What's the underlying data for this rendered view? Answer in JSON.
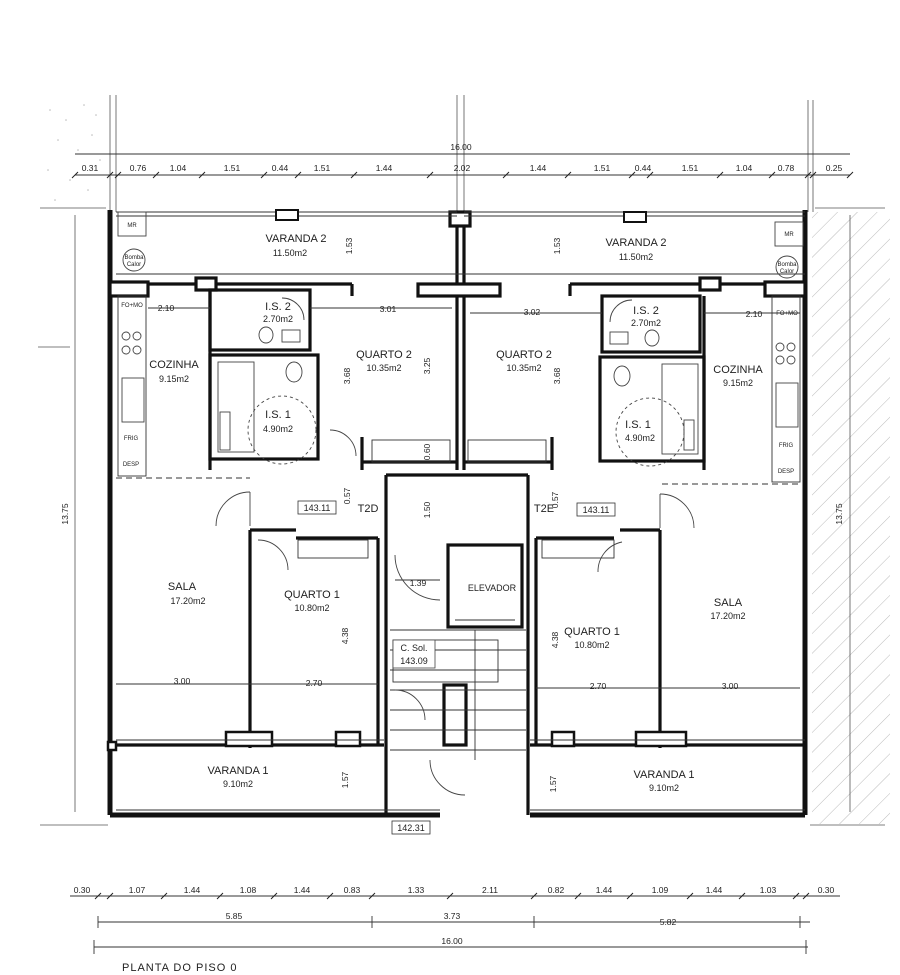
{
  "rooms": {
    "varanda2_left": {
      "label": "VARANDA 2",
      "area": "11.50m2"
    },
    "varanda2_right": {
      "label": "VARANDA 2",
      "area": "11.50m2"
    },
    "cozinha_left": {
      "label": "COZINHA",
      "area": "9.15m2"
    },
    "cozinha_right": {
      "label": "COZINHA",
      "area": "9.15m2"
    },
    "is2_left": {
      "label": "I.S. 2",
      "area": "2.70m2"
    },
    "is2_right": {
      "label": "I.S. 2",
      "area": "2.70m2"
    },
    "is1_left": {
      "label": "I.S. 1",
      "area": "4.90m2"
    },
    "is1_right": {
      "label": "I.S. 1",
      "area": "4.90m2"
    },
    "quarto2_left": {
      "label": "QUARTO 2",
      "area": "10.35m2"
    },
    "quarto2_right": {
      "label": "QUARTO 2",
      "area": "10.35m2"
    },
    "sala_left": {
      "label": "SALA",
      "area": "17.20m2"
    },
    "sala_right": {
      "label": "SALA",
      "area": "17.20m2"
    },
    "quarto1_left": {
      "label": "QUARTO 1",
      "area": "10.80m2"
    },
    "quarto1_right": {
      "label": "QUARTO 1",
      "area": "10.80m2"
    },
    "varanda1_left": {
      "label": "VARANDA 1",
      "area": "9.10m2"
    },
    "varanda1_right": {
      "label": "VARANDA 1",
      "area": "9.10m2"
    },
    "elevador": {
      "label": "ELEVADOR"
    },
    "csol": {
      "label": "C. Sol.",
      "level": "143.09"
    }
  },
  "unit_tags": {
    "left": "T2D",
    "right": "T2E"
  },
  "levels": {
    "left": "143.11",
    "right": "143.11",
    "bottom": "142.31"
  },
  "fixtures": {
    "mr": "MR",
    "bomba_1": "Bomba",
    "bomba_2": "Calor",
    "fo_mo": "FO+MO",
    "frig": "FRIG",
    "desp": "DESP"
  },
  "dims_top_total": "16.00",
  "dims_top_row": [
    "0.31",
    "0.76",
    "1.04",
    "1.51",
    "0.44",
    "1.51",
    "1.44",
    "2.02",
    "1.44",
    "1.51",
    "0.44",
    "1.51",
    "1.04",
    "0.78",
    "0.25"
  ],
  "dims_bottom_row1": [
    "0.30",
    "1.07",
    "1.44",
    "1.08",
    "1.44",
    "0.83",
    "1.33",
    "2.11",
    "0.82",
    "1.44",
    "1.09",
    "1.44",
    "1.03",
    "0.30"
  ],
  "dims_bottom_row2": [
    "5.85",
    "3.73",
    "5.82"
  ],
  "dims_bottom_total": "16.00",
  "dims_side": {
    "left": "13.75",
    "right": "13.75"
  },
  "dims_interior": {
    "cozinha_w_left": "2.10",
    "cozinha_w_right": "2.10",
    "q2_w_left": "3.01",
    "q2_w_right": "3.02",
    "varanda2_d_left": "1.53",
    "varanda2_d_right": "1.53",
    "q2_h_left": "3.68",
    "q2_h_mid": "3.25",
    "q2_h_right": "3.68",
    "hall_a": "0.60",
    "hall_b": "1.50",
    "hall_c": "1.39",
    "corr_left": "0.57",
    "corr_right": "0.57",
    "q1_h_left": "4.38",
    "q1_h_right": "4.38",
    "sala_w_left": "3.00",
    "q1_w_left": "2.70",
    "q1_w_right": "2.70",
    "sala_w_right": "3.00",
    "varanda1_d_left": "1.57",
    "varanda1_d_right": "1.57"
  },
  "caption": "PLANTA DO PISO 0"
}
